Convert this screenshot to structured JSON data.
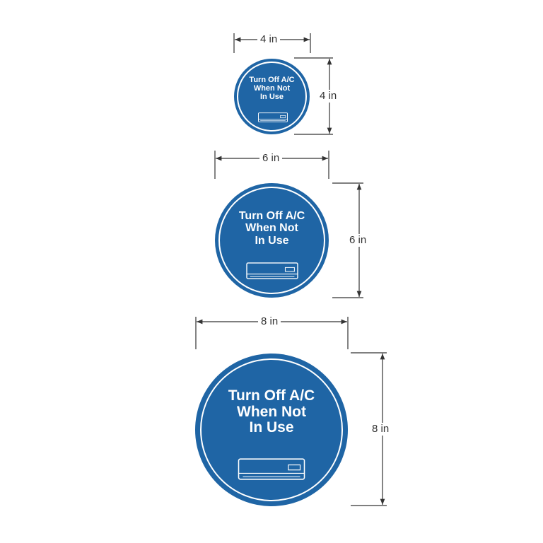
{
  "signs": [
    {
      "size_label": "4 in",
      "width_label": "4 in",
      "height_label": "4 in",
      "lines": [
        "Turn Off A/C",
        "When Not",
        "In Use"
      ]
    },
    {
      "size_label": "6 in",
      "width_label": "6 in",
      "height_label": "6 in",
      "lines": [
        "Turn Off A/C",
        "When Not",
        "In Use"
      ]
    },
    {
      "size_label": "8 in",
      "width_label": "8 in",
      "height_label": "8 in",
      "lines": [
        "Turn Off A/C",
        "When Not",
        "In Use"
      ]
    }
  ],
  "icon": "air-conditioner-icon",
  "colors": {
    "sign_blue": "#1f65a5",
    "sign_text": "#ffffff",
    "dimension_line": "#333333"
  }
}
